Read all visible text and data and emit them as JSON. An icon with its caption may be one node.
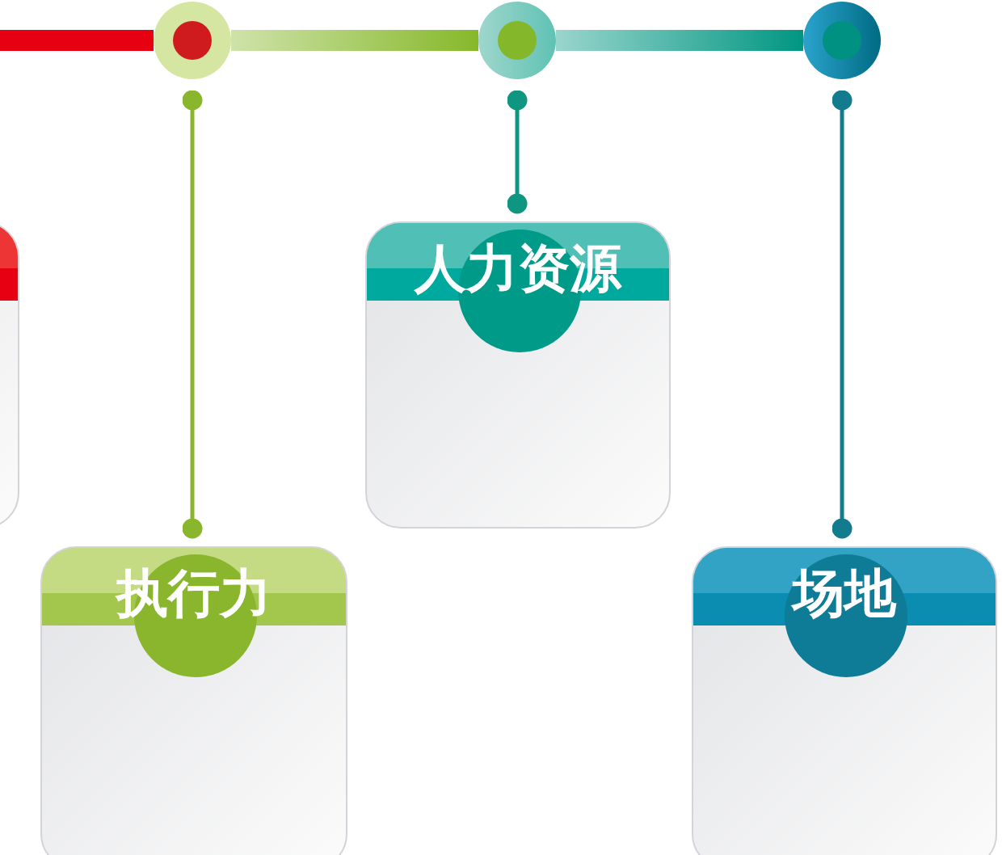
{
  "diagram": {
    "nodes": [
      {
        "text": [],
        "shape": "circle"
      },
      {
        "text": [],
        "shape": "circle"
      },
      {
        "text": [],
        "shape": "circle"
      },
      {
        "text": [],
        "shape": "box"
      },
      {
        "text": [
          "人力资源"
        ]
      },
      {
        "text": [
          "执行力"
        ]
      },
      {
        "text": [
          "场地"
        ]
      }
    ],
    "edges": [
      {
        "from": null,
        "to": 0,
        "arrow": "none",
        "style": "thick",
        "color": "#e60012"
      },
      {
        "from": 0,
        "to": 1,
        "arrow": "none",
        "style": "thick",
        "color": "#86b82a"
      },
      {
        "from": 1,
        "to": 2,
        "arrow": "none",
        "style": "thick",
        "color": "#009682"
      },
      {
        "from": 0,
        "to": 5,
        "arrow": "other",
        "color": "#8ab62e"
      },
      {
        "from": 1,
        "to": 4,
        "arrow": "other",
        "color": "#0e9680"
      },
      {
        "from": 2,
        "to": 6,
        "arrow": "other",
        "color": "#127b8e"
      }
    ]
  }
}
